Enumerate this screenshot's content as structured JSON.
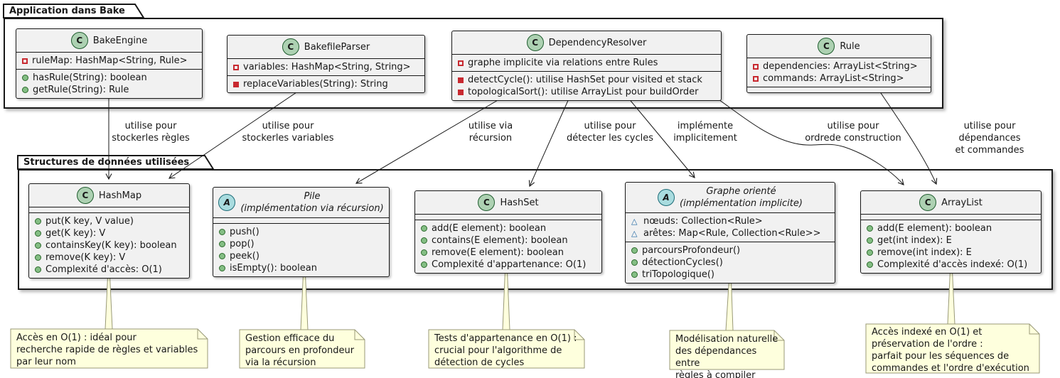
{
  "colors": {
    "class-fill": "#F1F1F1",
    "note-fill": "#FEFFDD",
    "note-border": "#999977",
    "circle-class": "#ADD1B2",
    "circle-abstract": "#A9DCDF",
    "private": "#C82930",
    "public": "#84BE84",
    "package-vis": "#1963A0",
    "line": "#181818"
  },
  "packages": {
    "top": {
      "title": "Application dans Bake"
    },
    "bottom": {
      "title": "Structures de données utilisées"
    }
  },
  "classes": [
    {
      "id": "bake-engine",
      "letter": "C",
      "kind": "class",
      "name": "BakeEngine",
      "attributes": [
        {
          "vis": "private-field",
          "text": "ruleMap: HashMap<String, Rule>"
        }
      ],
      "methods": [
        {
          "vis": "public-method",
          "text": "hasRule(String): boolean"
        },
        {
          "vis": "public-method",
          "text": "getRule(String): Rule"
        }
      ]
    },
    {
      "id": "bakefile-parser",
      "letter": "C",
      "kind": "class",
      "name": "BakefileParser",
      "attributes": [
        {
          "vis": "private-field",
          "text": "variables: HashMap<String, String>"
        }
      ],
      "methods": [
        {
          "vis": "private-method",
          "text": "replaceVariables(String): String"
        }
      ]
    },
    {
      "id": "dependency-resolver",
      "letter": "C",
      "kind": "class",
      "name": "DependencyResolver",
      "attributes": [
        {
          "vis": "private-field",
          "text": "graphe implicite via relations entre Rules"
        }
      ],
      "methods": [
        {
          "vis": "private-method",
          "text": "detectCycle(): utilise HashSet pour visited et stack"
        },
        {
          "vis": "private-method",
          "text": "topologicalSort(): utilise ArrayList pour buildOrder"
        }
      ]
    },
    {
      "id": "rule",
      "letter": "C",
      "kind": "class",
      "name": "Rule",
      "attributes": [
        {
          "vis": "private-field",
          "text": "dependencies: ArrayList<String>"
        },
        {
          "vis": "private-field",
          "text": "commands: ArrayList<String>"
        }
      ],
      "methods": []
    },
    {
      "id": "hashmap",
      "letter": "C",
      "kind": "class",
      "name": "HashMap",
      "attributes": [],
      "methods": [
        {
          "vis": "public-method",
          "text": "put(K key, V value)"
        },
        {
          "vis": "public-method",
          "text": "get(K key): V"
        },
        {
          "vis": "public-method",
          "text": "containsKey(K key): boolean"
        },
        {
          "vis": "public-method",
          "text": "remove(K key): V"
        },
        {
          "vis": "public-method",
          "text": "Complexité d'accès: O(1)"
        }
      ]
    },
    {
      "id": "pile",
      "letter": "A",
      "kind": "abstract",
      "name": "Pile",
      "subtitle": "(implémentation via récursion)",
      "attributes": [],
      "methods": [
        {
          "vis": "public-method",
          "text": "push()"
        },
        {
          "vis": "public-method",
          "text": "pop()"
        },
        {
          "vis": "public-method",
          "text": "peek()"
        },
        {
          "vis": "public-method",
          "text": "isEmpty(): boolean"
        }
      ]
    },
    {
      "id": "hashset",
      "letter": "C",
      "kind": "class",
      "name": "HashSet",
      "attributes": [],
      "methods": [
        {
          "vis": "public-method",
          "text": "add(E element): boolean"
        },
        {
          "vis": "public-method",
          "text": "contains(E element): boolean"
        },
        {
          "vis": "public-method",
          "text": "remove(E element): boolean"
        },
        {
          "vis": "public-method",
          "text": "Complexité d'appartenance: O(1)"
        }
      ]
    },
    {
      "id": "graphe-oriente",
      "letter": "A",
      "kind": "abstract",
      "name": "Graphe orienté",
      "subtitle": "(implémentation implicite)",
      "attributes": [
        {
          "vis": "package-field",
          "text": "nœuds: Collection<Rule>"
        },
        {
          "vis": "package-field",
          "text": "arêtes: Map<Rule, Collection<Rule>>"
        }
      ],
      "methods": [
        {
          "vis": "public-method",
          "text": "parcoursProfondeur()"
        },
        {
          "vis": "public-method",
          "text": "détectionCycles()"
        },
        {
          "vis": "public-method",
          "text": "triTopologique()"
        }
      ]
    },
    {
      "id": "arraylist",
      "letter": "C",
      "kind": "class",
      "name": "ArrayList",
      "attributes": [],
      "methods": [
        {
          "vis": "public-method",
          "text": "add(E element): boolean"
        },
        {
          "vis": "public-method",
          "text": "get(int index): E"
        },
        {
          "vis": "public-method",
          "text": "remove(int index): E"
        },
        {
          "vis": "public-method",
          "text": "Complexité d'accès indexé: O(1)"
        }
      ]
    }
  ],
  "edges": [
    {
      "from": "BakeEngine",
      "to": "HashMap",
      "label": "utilise pour\nstockerles règles"
    },
    {
      "from": "BakefileParser",
      "to": "HashMap",
      "label": "utilise pour\nstockerles variables"
    },
    {
      "from": "DependencyResolver",
      "to": "Pile",
      "label": "utilise via\nrécursion"
    },
    {
      "from": "DependencyResolver",
      "to": "HashSet",
      "label": "utilise pour\ndétecter les cycles"
    },
    {
      "from": "DependencyResolver",
      "to": "Graphe orienté",
      "label": "implémente\nimplicitement"
    },
    {
      "from": "DependencyResolver",
      "to": "ArrayList",
      "label": "utilise pour\nordrede construction"
    },
    {
      "from": "Rule",
      "to": "ArrayList",
      "label": "utilise pour\ndépendances et commandes"
    }
  ],
  "notes": [
    {
      "target": "HashMap",
      "text": "Accès en O(1) : idéal pour\nrecherche rapide de règles et variables\npar leur nom"
    },
    {
      "target": "Pile",
      "text": "Gestion efficace du\nparcours en profondeur\nvia la récursion"
    },
    {
      "target": "HashSet",
      "text": "Tests d'appartenance en O(1) :\ncrucial pour l'algorithme de\ndétection de cycles"
    },
    {
      "target": "Graphe orienté",
      "text": "Modélisation naturelle\ndes dépendances entre\nrègles à compiler"
    },
    {
      "target": "ArrayList",
      "text": "Accès indexé en O(1) et\npréservation de l'ordre :\nparfait pour les séquences de\ncommandes et l'ordre d'exécution"
    }
  ]
}
